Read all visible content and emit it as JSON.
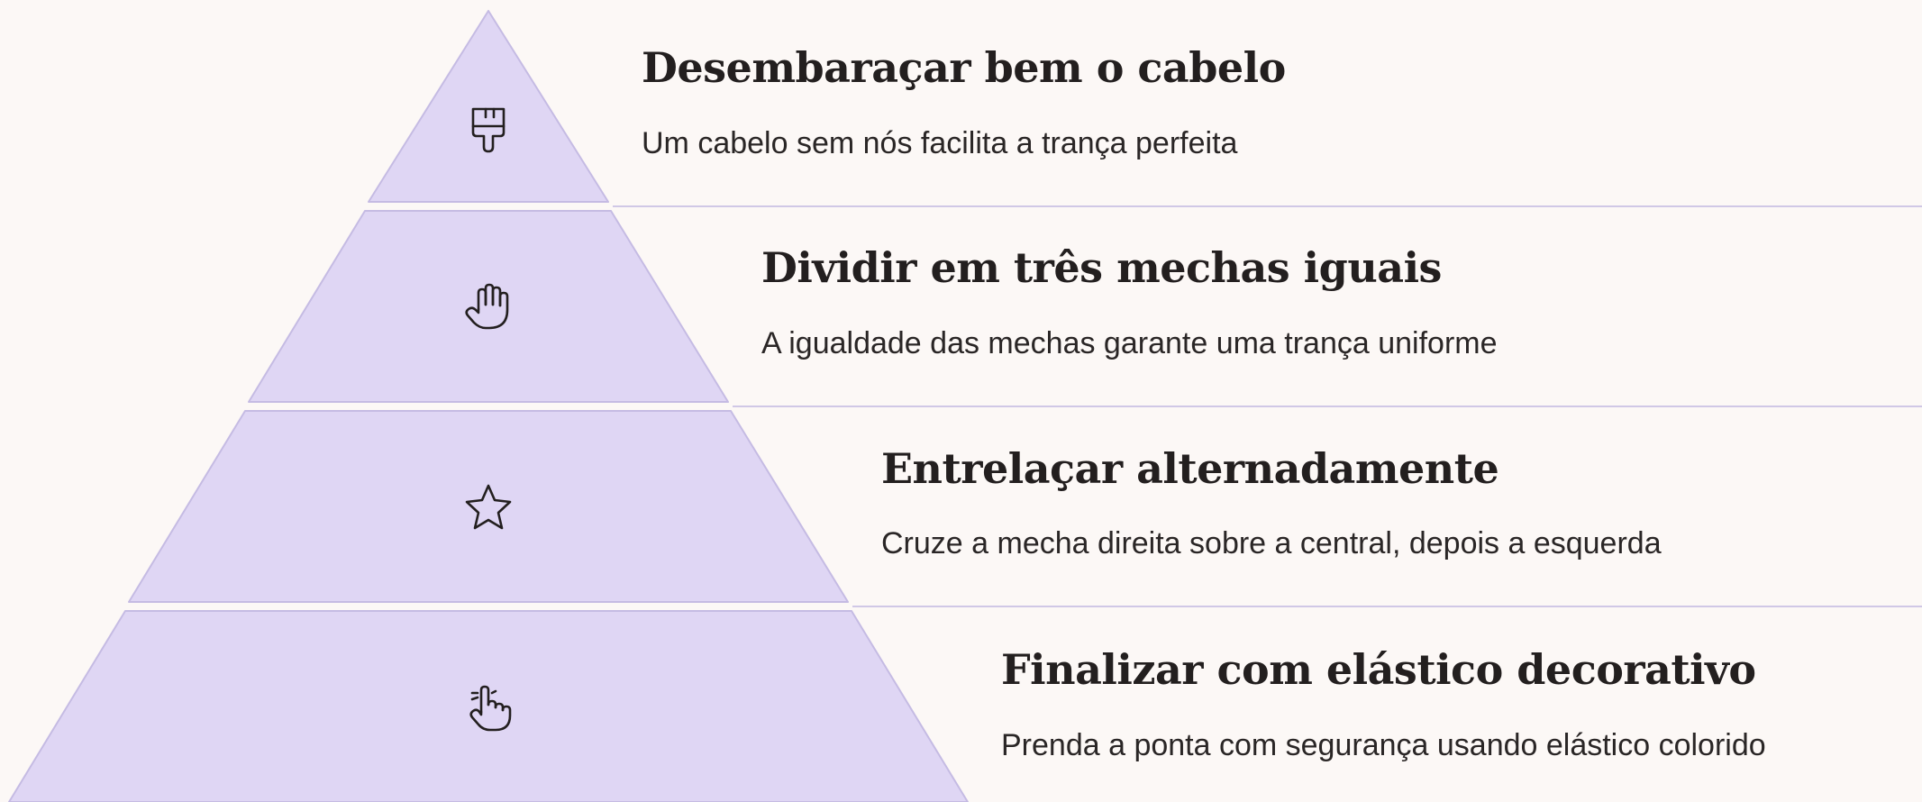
{
  "steps": [
    {
      "title": "Desembaraçar bem o cabelo",
      "description": "Um cabelo sem nós facilita a trança perfeita",
      "icon": "paintbrush-icon"
    },
    {
      "title": "Dividir em três mechas iguais",
      "description": "A igualdade das mechas garante uma trança uniforme",
      "icon": "hand-icon"
    },
    {
      "title": "Entrelaçar alternadamente",
      "description": "Cruze a mecha direita sobre a central, depois a esquerda",
      "icon": "star-icon"
    },
    {
      "title": "Finalizar com elástico decorativo",
      "description": "Prenda a ponta com segurança usando elástico colorido",
      "icon": "pointing-finger-icon"
    }
  ],
  "colors": {
    "background": "#fcf8f6",
    "pyramid_fill": "#dfd6f4",
    "pyramid_stroke": "#c5bbe3",
    "divider": "#d0c8e6",
    "icon_stroke": "#231f1f"
  }
}
